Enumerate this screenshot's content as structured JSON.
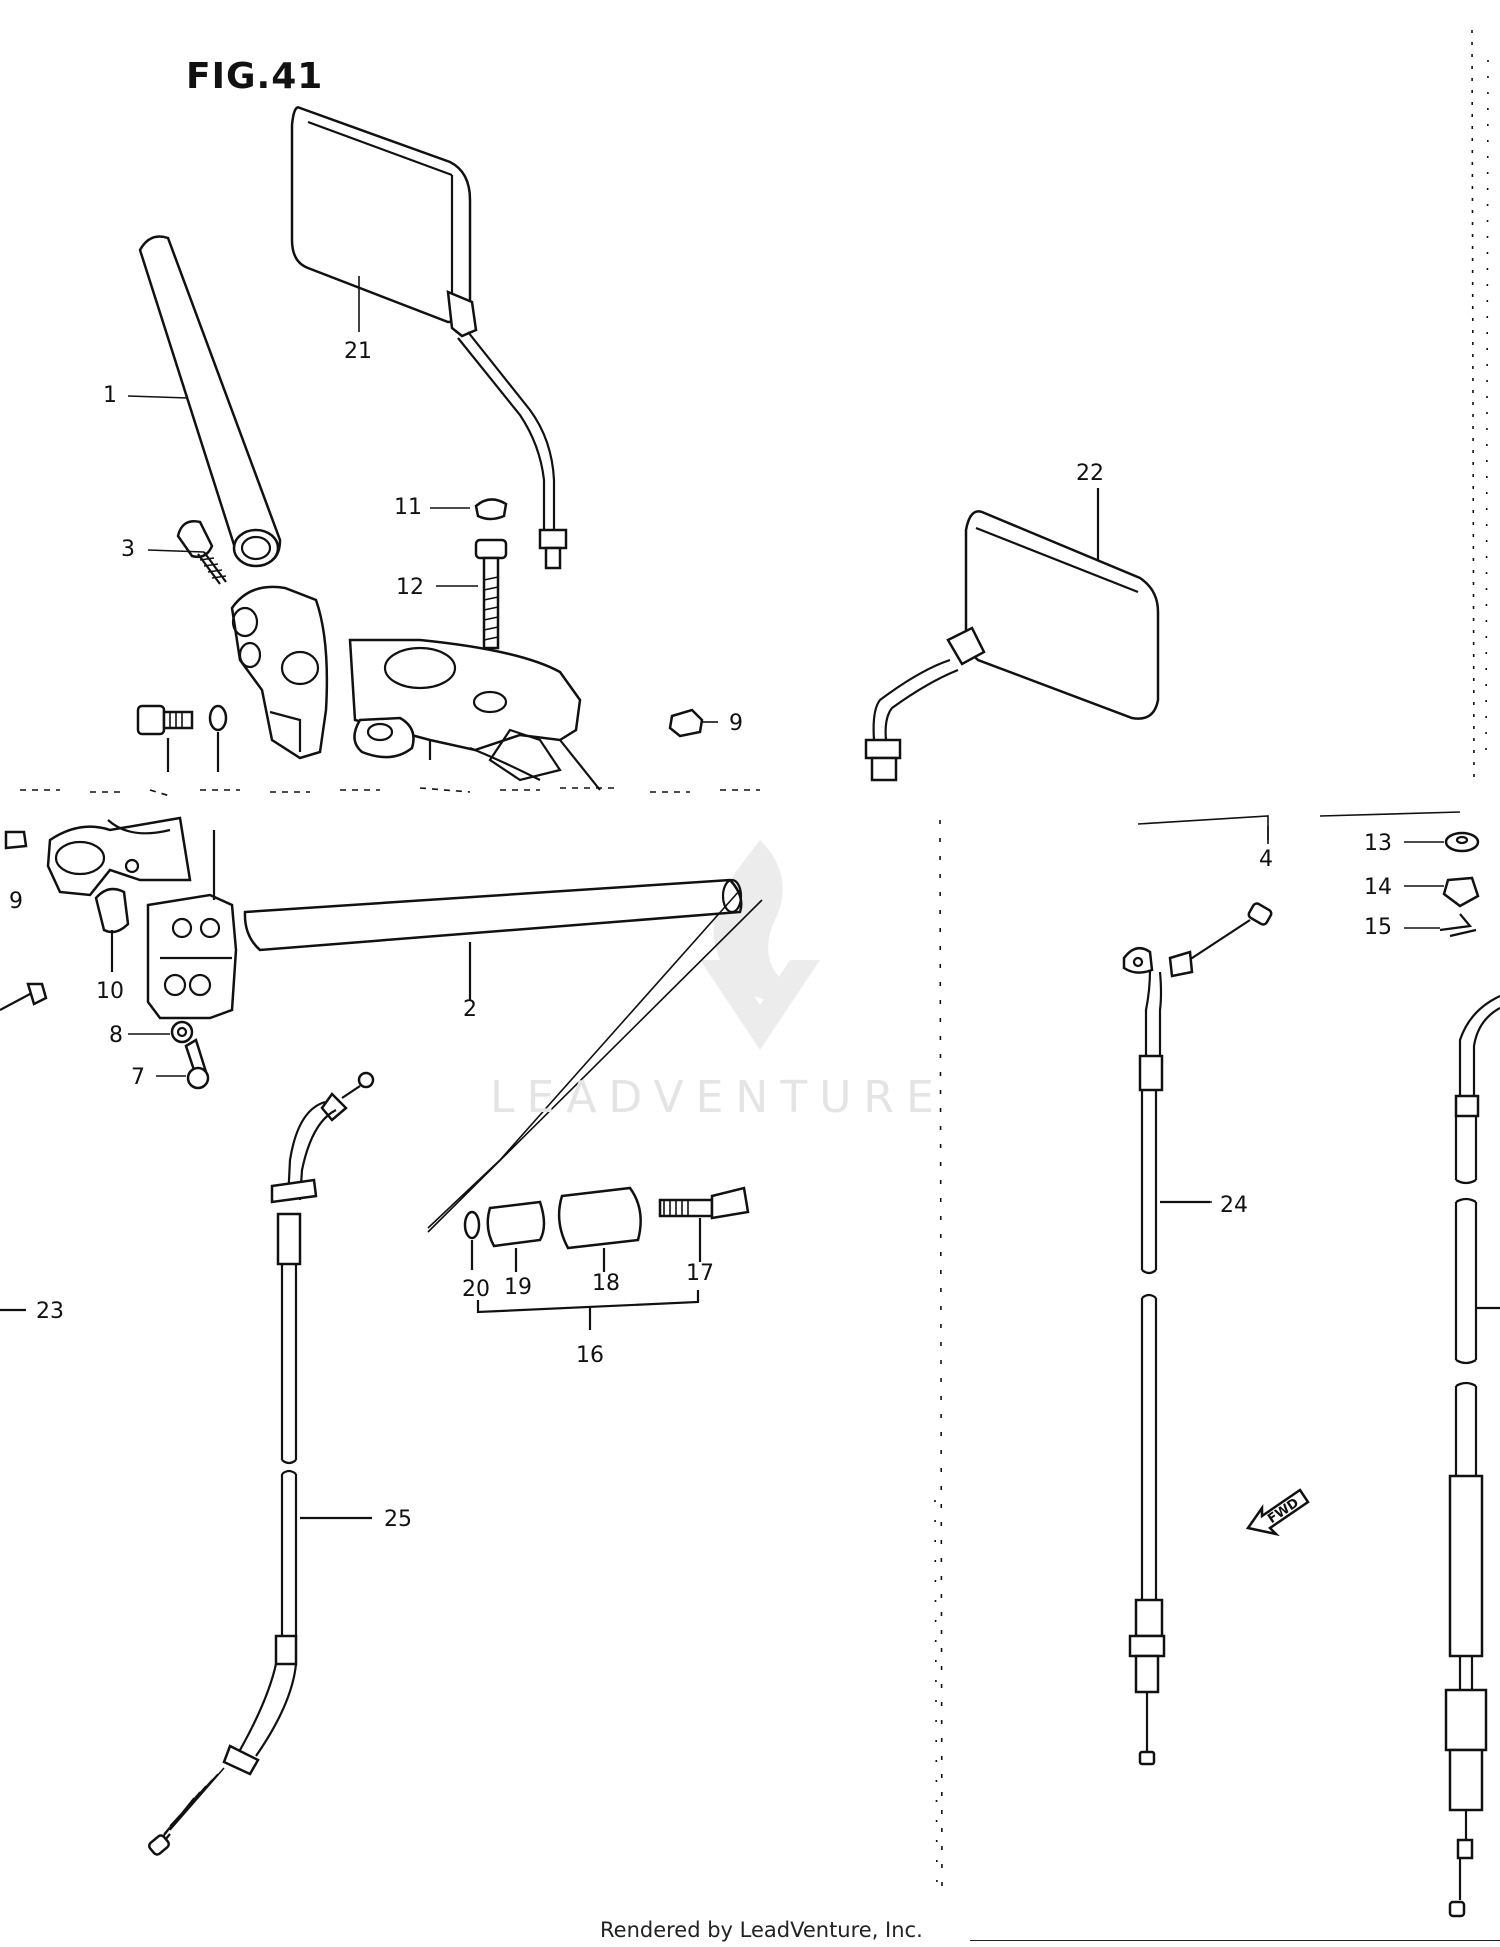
{
  "figure": {
    "title": "FIG.41"
  },
  "watermark": {
    "text": "LEADVENTURE"
  },
  "footer": {
    "credit": "Rendered by LeadVenture, Inc."
  },
  "arrow_label": "FWD",
  "callouts": [
    {
      "id": "c1",
      "label": "1"
    },
    {
      "id": "c2",
      "label": "2"
    },
    {
      "id": "c3",
      "label": "3"
    },
    {
      "id": "c4",
      "label": "4"
    },
    {
      "id": "c7",
      "label": "7"
    },
    {
      "id": "c8",
      "label": "8"
    },
    {
      "id": "c9a",
      "label": "9"
    },
    {
      "id": "c9b",
      "label": "9"
    },
    {
      "id": "c10",
      "label": "10"
    },
    {
      "id": "c11",
      "label": "11"
    },
    {
      "id": "c12",
      "label": "12"
    },
    {
      "id": "c13",
      "label": "13"
    },
    {
      "id": "c14",
      "label": "14"
    },
    {
      "id": "c15",
      "label": "15"
    },
    {
      "id": "c16",
      "label": "16"
    },
    {
      "id": "c17",
      "label": "17"
    },
    {
      "id": "c18",
      "label": "18"
    },
    {
      "id": "c19",
      "label": "19"
    },
    {
      "id": "c20",
      "label": "20"
    },
    {
      "id": "c21",
      "label": "21"
    },
    {
      "id": "c22",
      "label": "22"
    },
    {
      "id": "c23",
      "label": "23"
    },
    {
      "id": "c24",
      "label": "24"
    },
    {
      "id": "c25",
      "label": "25"
    }
  ]
}
